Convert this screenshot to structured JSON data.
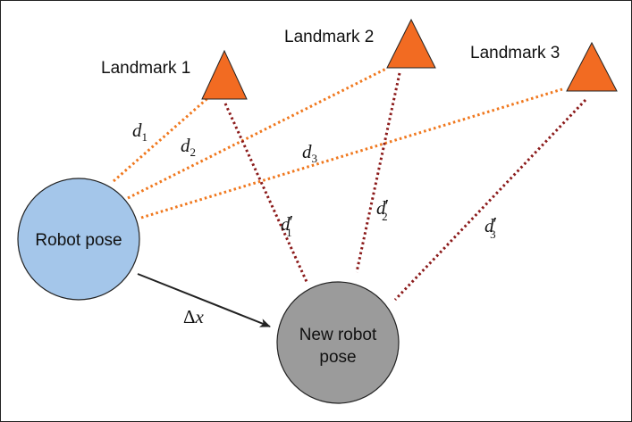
{
  "colors": {
    "robot_pose": "#a4c6ea",
    "new_robot_pose": "#9b9b9b",
    "landmark": "#f26b22",
    "line_initial": "#f0781e",
    "line_new": "#8b1a1a",
    "motion_arrow": "#222222"
  },
  "landmarks": [
    {
      "label": "Landmark 1"
    },
    {
      "label": "Landmark 2"
    },
    {
      "label": "Landmark 3"
    }
  ],
  "nodes": {
    "robot_pose": {
      "line1": "Robot pose"
    },
    "new_robot_pose": {
      "line1": "New robot",
      "line2": "pose"
    }
  },
  "distances_initial": [
    {
      "symbol": "d",
      "sub": "1"
    },
    {
      "symbol": "d",
      "sub": "2"
    },
    {
      "symbol": "d",
      "sub": "3"
    }
  ],
  "distances_new": [
    {
      "symbol": "d",
      "prime": "′",
      "sub": "1"
    },
    {
      "symbol": "d",
      "prime": "′",
      "sub": "2"
    },
    {
      "symbol": "d",
      "prime": "′",
      "sub": "3"
    }
  ],
  "motion": {
    "delta": "Δ",
    "symbol": "x"
  }
}
